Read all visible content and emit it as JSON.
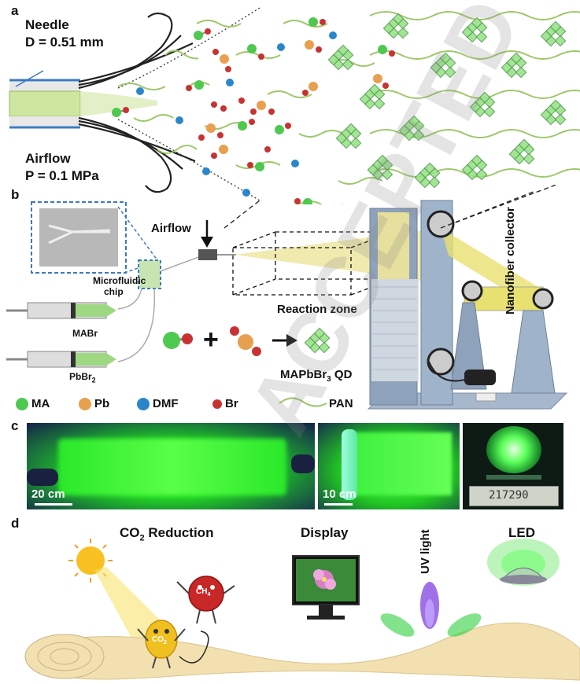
{
  "panels": {
    "a": "a",
    "b": "b",
    "c": "c",
    "d": "d"
  },
  "panel_a": {
    "needle_label": "Needle",
    "needle_diameter": "D = 0.51 mm",
    "airflow_label": "Airflow",
    "airflow_pressure": "P = 0.1 MPa"
  },
  "panel_b": {
    "airflow_label": "Airflow",
    "chip_label_line1": "Microfluidic",
    "chip_label_line2": "chip",
    "syringe1_label": "MABr",
    "syringe2_label": "PbBr",
    "syringe2_sub": "2",
    "reaction_zone": "Reaction zone",
    "product_prefix": "MAPbBr",
    "product_sub": "3",
    "product_suffix": " QD",
    "collector_label": "Nanofiber collector",
    "legend": [
      {
        "label": "MA",
        "color": "#4fc84f"
      },
      {
        "label": "Pb",
        "color": "#e8a050"
      },
      {
        "label": "DMF",
        "color": "#2a86c8"
      },
      {
        "label": "Br",
        "color": "#c83232"
      },
      {
        "label": "PAN",
        "color": "#9ec86a"
      }
    ]
  },
  "panel_c": {
    "scale1": "20 cm",
    "scale2": "10 cm",
    "meter_reading": "217290"
  },
  "panel_d": {
    "co2_reduction_prefix": "CO",
    "co2_reduction_sub": "2",
    "co2_reduction_suffix": " Reduction",
    "display": "Display",
    "uv_light": "UV light",
    "led": "LED",
    "ch4_label": "CH",
    "ch4_sub": "4",
    "co2_label": "CO",
    "co2_sub": "2"
  },
  "watermark": "ACCEPTED"
}
